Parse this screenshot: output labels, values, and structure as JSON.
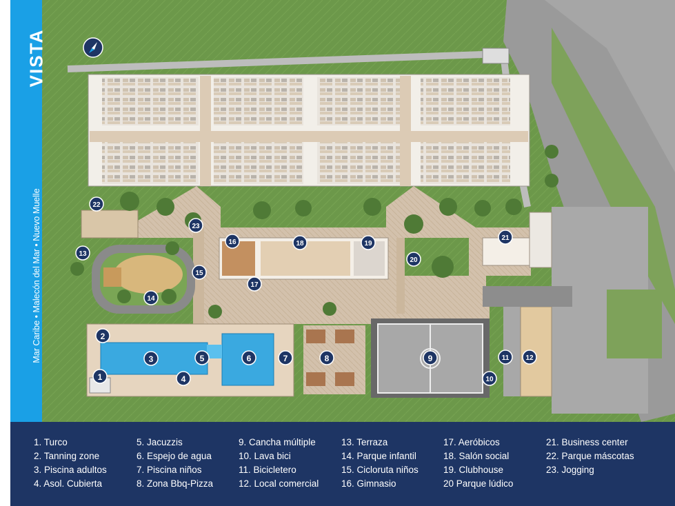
{
  "sidebar": {
    "title": "VISTA",
    "subtitle": "Mar Caribe • Malecón del Mar • Nuevo Muelle"
  },
  "map_labels": {
    "1": "1",
    "2": "2",
    "3": "3",
    "4": "4",
    "5": "5",
    "6": "6",
    "7": "7",
    "8": "8",
    "9": "9",
    "10": "10",
    "11": "11",
    "12": "12",
    "13": "13",
    "14": "14",
    "15": "15",
    "16": "16",
    "17": "17",
    "18": "18",
    "19": "19",
    "20": "20",
    "21": "21",
    "22": "22",
    "23": "23"
  },
  "legend": {
    "col1": [
      "1. Turco",
      "2. Tanning zone",
      "3. Piscina adultos",
      "4. Asol. Cubierta"
    ],
    "col2": [
      "5. Jacuzzis",
      "6. Espejo de agua",
      "7. Piscina niños",
      "8. Zona Bbq-Pizza"
    ],
    "col3": [
      "9. Cancha múltiple",
      "10. Lava bici",
      "11. Bicicletero",
      "12. Local comercial"
    ],
    "col4": [
      "13. Terraza",
      "14. Parque infantil",
      "15. Cicloruta niños",
      "16. Gimnasio"
    ],
    "col5": [
      "17. Aeróbicos",
      "18. Salón social",
      "19. Clubhouse",
      "20 Parque lúdico"
    ],
    "col6": [
      "21. Business center",
      "22. Parque máscotas",
      "23. Jogging"
    ]
  },
  "colors": {
    "sidebar": "#1aa0e6",
    "legend_bg": "#1e3564",
    "marker": "#1e3564",
    "grass": "#6f9a4c",
    "pool": "#3aa9e0"
  }
}
